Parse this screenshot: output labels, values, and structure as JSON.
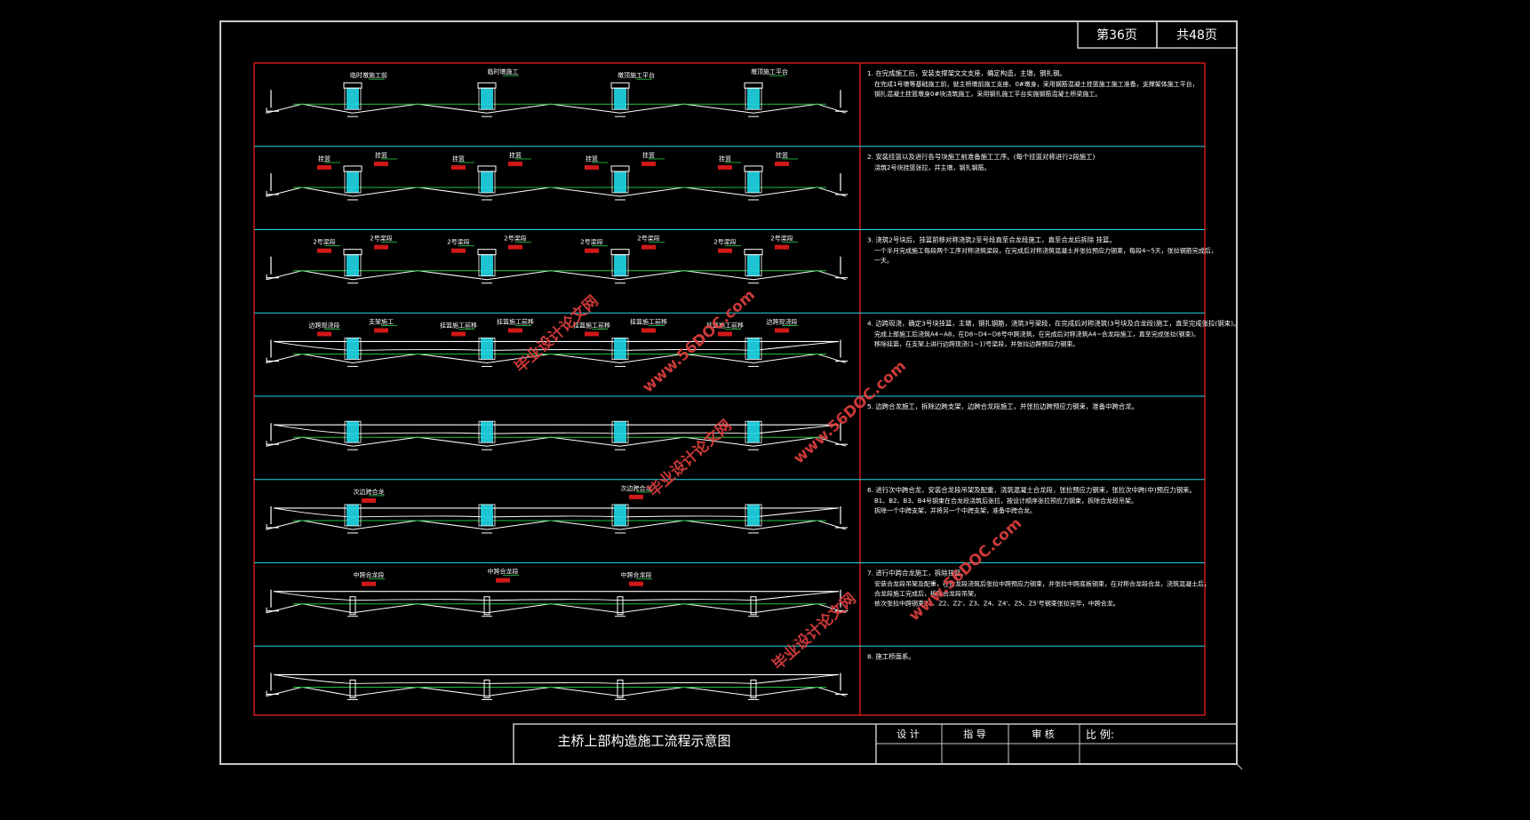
{
  "header": {
    "page_label": "第36页",
    "total_label": "共48页"
  },
  "title_block": {
    "drawing_title": "主桥上部构造施工流程示意图",
    "design_label": "设 计",
    "guide_label": "指 导",
    "review_label": "审 核",
    "scale_label": "比 例:"
  },
  "colors": {
    "frame": "#c8c8c8",
    "red": "#d01818",
    "cyan": "#20d8e8",
    "green": "#20c040",
    "white": "#ffffff",
    "watermark": "#e04040"
  },
  "panels": [
    {
      "step": "1. 在完成施工后，安装支撑架文文支座，确定构造，主墩，钢扎钢。",
      "lines": [
        "在完成1号墩等基础施工前，就主桥墩前施工支座、0#墩身，采用钢筋混凝土挂篮施工施工准备，支撑架体施工平台，",
        "钢扎混凝土挂篮墩身0#块浇筑施工，采用钢扎施工平台实施钢筋混凝土桥梁施工。"
      ],
      "labels": [
        "临时墩施工前",
        "临时墩施工",
        "墩顶施工平台",
        "墩顶施工平台"
      ]
    },
    {
      "step": "2. 安装挂篮以及进行各号块施工前准备施工工序。(每个挂篮对称进行2段施工)",
      "lines": [
        "浇筑2号块挂篮张拉，并主墩，钢扎钢筋。"
      ],
      "labels": [
        "挂篮",
        "挂篮",
        "挂篮",
        "挂篮",
        "挂篮",
        "挂篮",
        "挂篮",
        "挂篮"
      ]
    },
    {
      "step": "3. 浇筑2号块后，挂篮前移对称浇筑2至号段直至合龙段施工，直至合龙后拆除 挂篮。",
      "lines": [
        "一个半月完成施工每段两个工序对称浇筑梁段，在完成后对称浇筑混凝土并张拉预应力钢束，每段4~5天，张拉钢筋完成后，",
        "一天。"
      ],
      "labels": [
        "2号梁段",
        "2号梁段",
        "2号梁段",
        "2号梁段",
        "2号梁段",
        "2号梁段",
        "2号梁段",
        "2号梁段"
      ]
    },
    {
      "step": "4. 边跨现浇，确定3号块挂篮，主墩，钢扎钢筋，浇筑3号梁段，在完成后对称浇筑(3号块及合龙段)施工，直至完成张拉(钢束)。",
      "lines": [
        "完成上部施工后浇筑A4~A8，在D8~D4~D8号中跨浇筑，在完成后对称浇筑A4~合龙段施工，直至完成张拉(钢束)。",
        "移除挂篮，在支架上进行边跨现浇(1~1)号梁段，并张拉边跨预应力钢束。"
      ],
      "labels": [
        "边跨现浇段",
        "支架施工",
        "挂篮施工前移",
        "挂篮施工前移",
        "挂篮施工前移",
        "挂篮施工前移",
        "挂篮施工前移",
        "边跨现浇段"
      ]
    },
    {
      "step": "5. 边跨合龙施工，拆除边跨支架，边跨合龙段施工，并张拉边跨预应力钢束，准备中跨合龙。",
      "lines": [],
      "labels": []
    },
    {
      "step": "6. 进行次中跨合龙，安装合龙段吊架及配重，浇筑混凝土合龙段，张拉预应力钢束，张拉次中跨(中)预应力钢束。",
      "lines": [
        "B1、B2、B3、B4号钢束在合龙段浇筑后张拉，按设计顺序张拉预应力钢束，拆除合龙段吊架。",
        "拆除一个中跨支架，并将另一个中跨支架，准备中跨合龙。"
      ],
      "labels": [
        "次边跨合龙",
        "次边跨合龙"
      ]
    },
    {
      "step": "7. 进行中跨合龙施工，拆除挂篮。",
      "lines": [
        "安装合龙段吊架及配重，在合龙段浇筑后张拉中跨预应力钢束，并张拉中跨底板钢束，在对称合龙段合龙，浇筑混凝土后，",
        "合龙段施工完成后，拆除合龙段吊架，",
        "依次张拉中跨钢束Z1、Z2、Z2'、Z3、Z4、Z4'、Z5、Z5'号钢束张拉完毕，中跨合龙。"
      ],
      "labels": [
        "中跨合龙段",
        "中跨合龙段",
        "中跨合龙段"
      ]
    },
    {
      "step": "8. 施工桥面系。",
      "lines": [],
      "labels": []
    }
  ],
  "watermarks": [
    "毕业设计论文网",
    "www.56DOC.com",
    "毕业设计论文网",
    "www.56DOC.com",
    "毕业设计论文网",
    "www.56DOC.com"
  ]
}
